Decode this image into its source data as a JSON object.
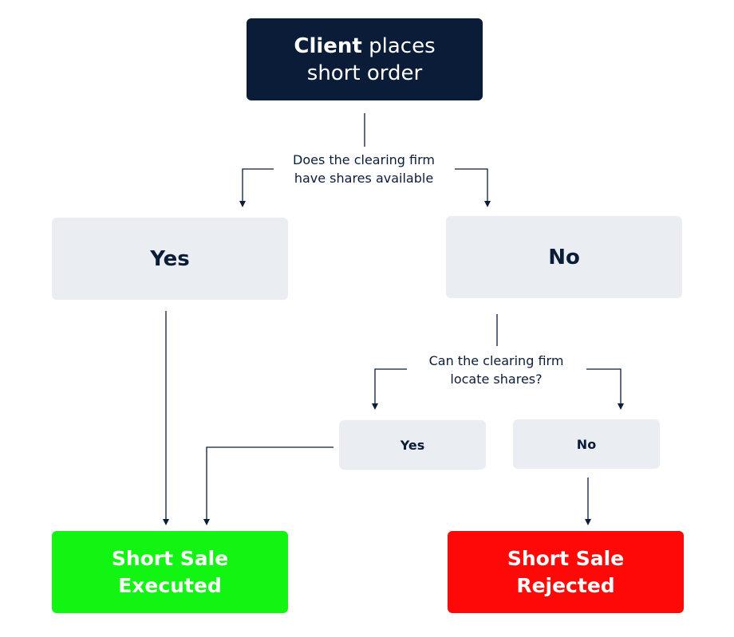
{
  "flowchart": {
    "start": {
      "bold": "Client",
      "rest_line1": " places",
      "line2": "short order"
    },
    "question_1": {
      "line1": "Does the clearing firm",
      "line2": "have shares available"
    },
    "yes": "Yes",
    "no": "No",
    "question_2": {
      "line1": "Can the clearing firm",
      "line2": "locate shares?"
    },
    "yes_small": "Yes",
    "no_small": "No",
    "executed": {
      "line1": "Short Sale",
      "line2": "Executed"
    },
    "rejected": {
      "line1": "Short Sale",
      "line2": "Rejected"
    }
  },
  "colors": {
    "start_fill": "#0b1c38",
    "decision_fill": "#eaeef3",
    "executed_fill": "#12f412",
    "rejected_fill": "#ff0808",
    "connector": "#0b1c38"
  }
}
